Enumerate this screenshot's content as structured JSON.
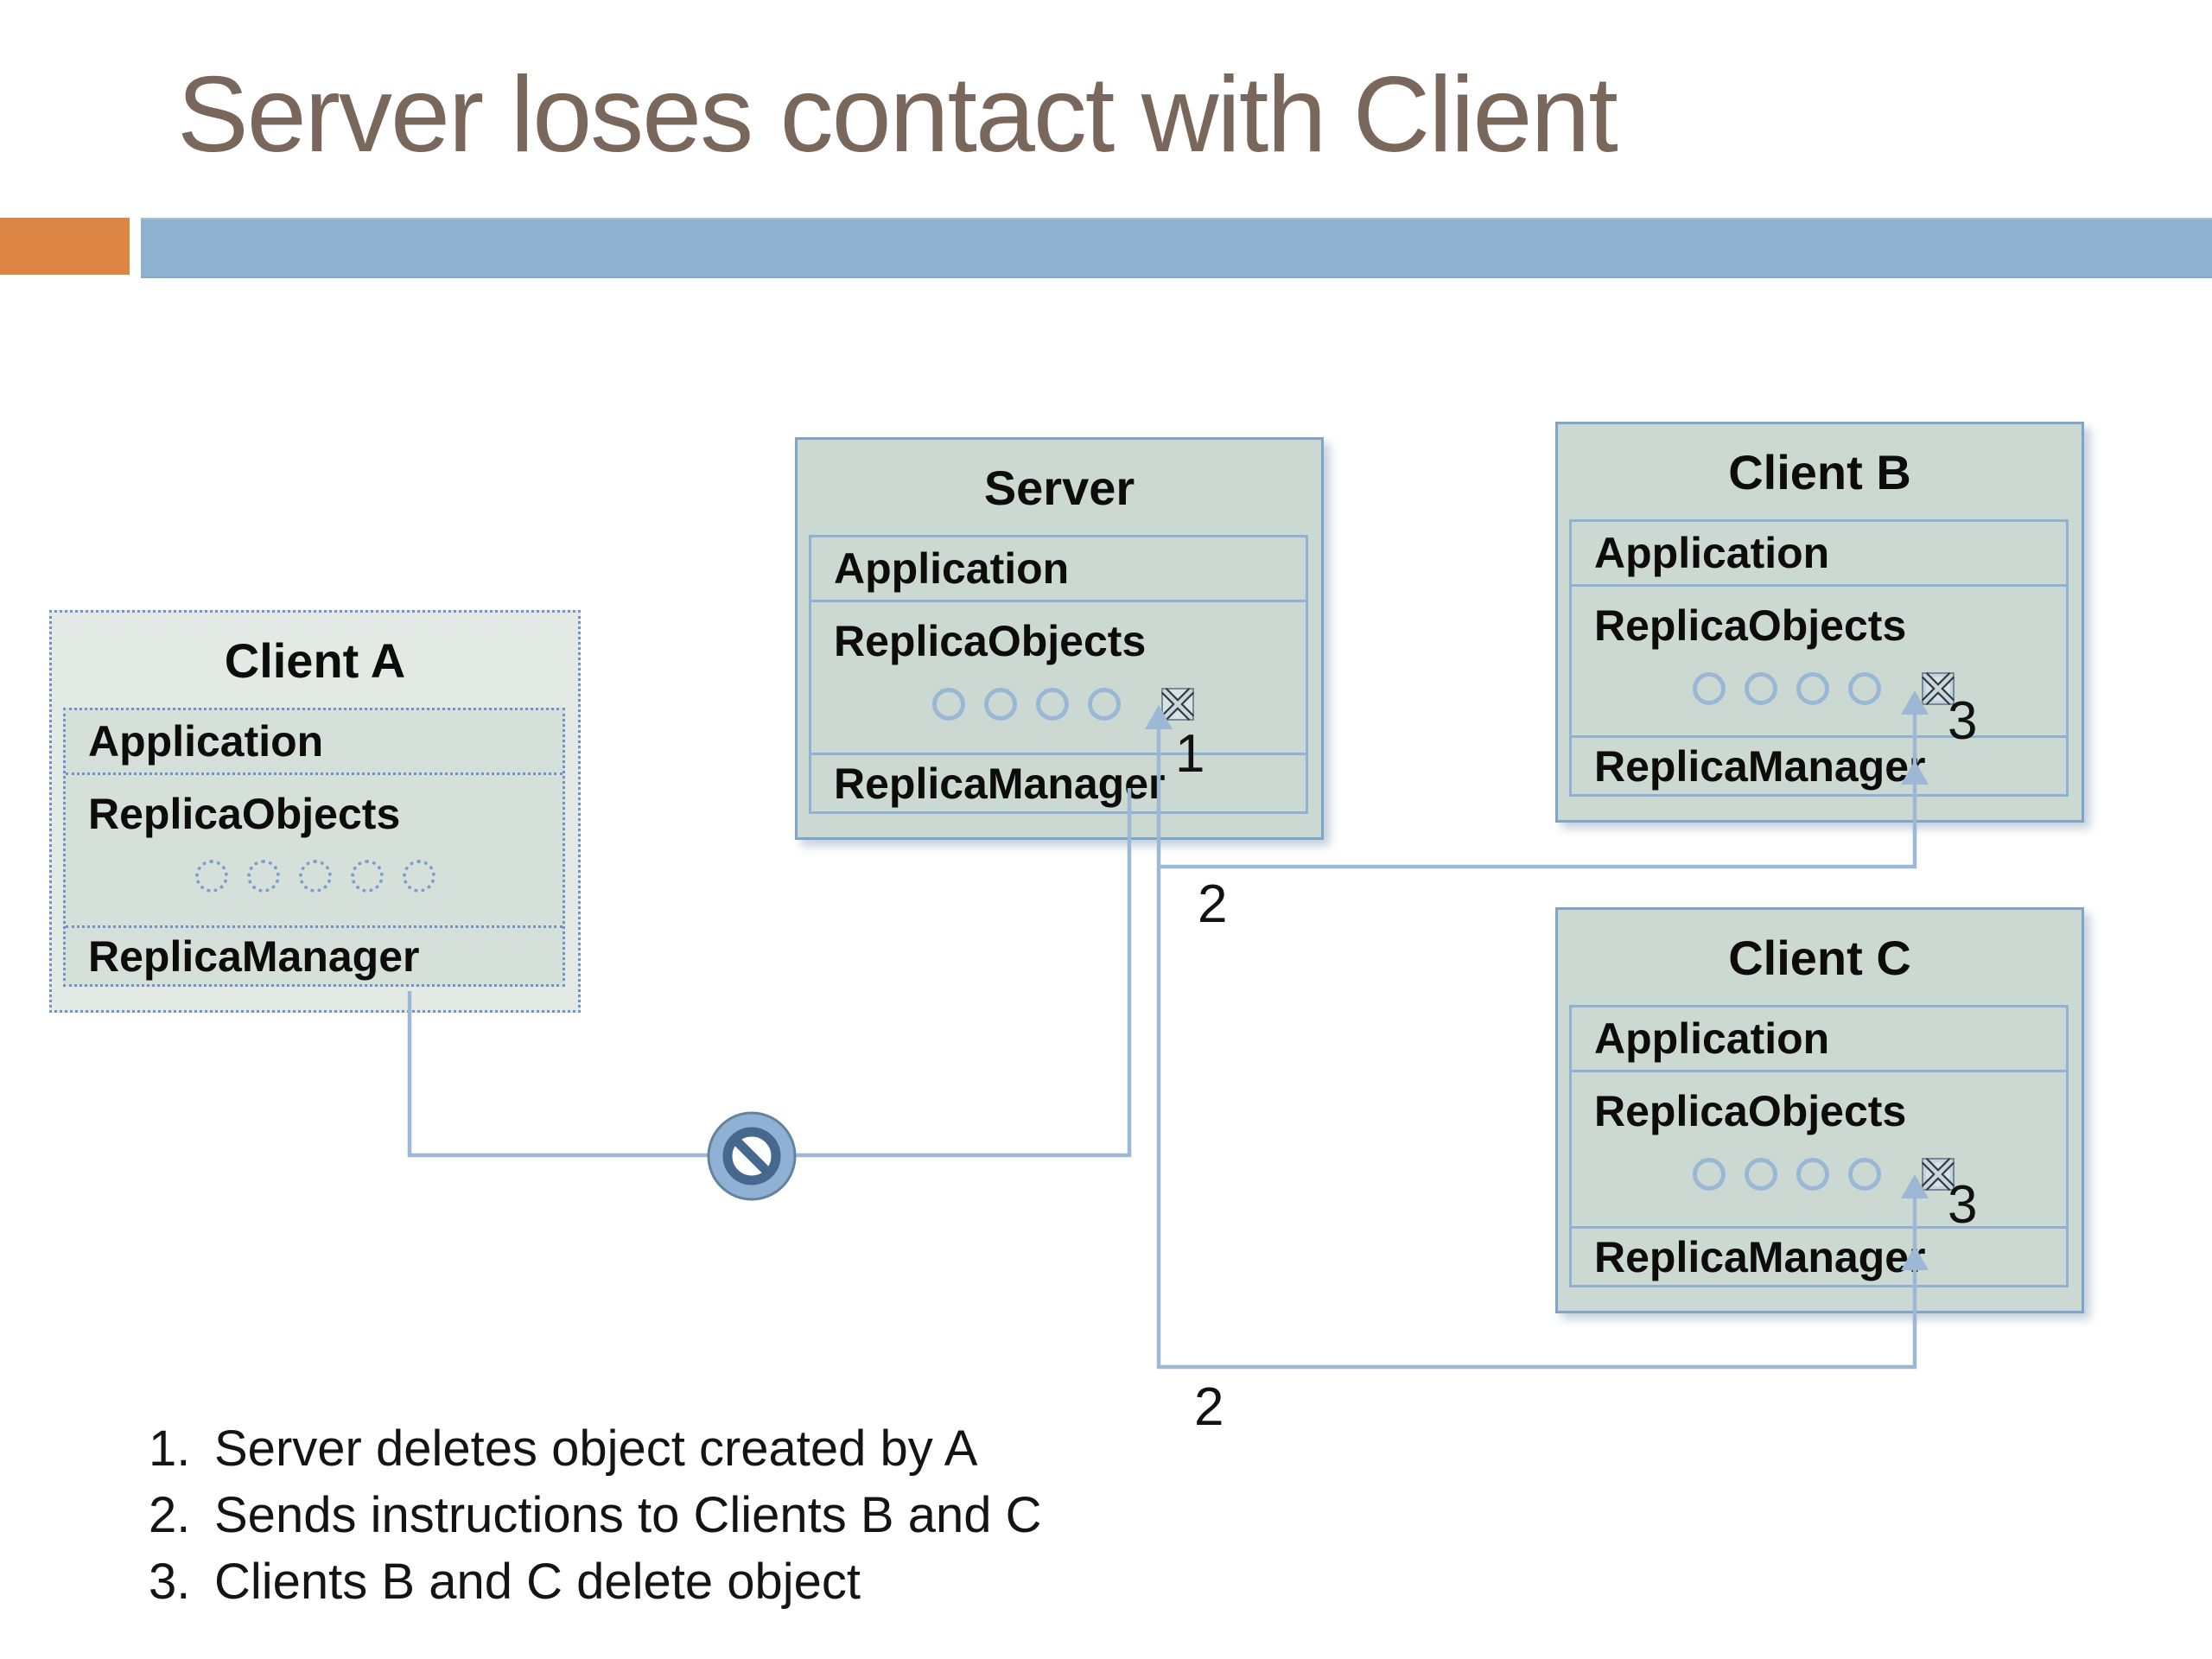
{
  "slide": {
    "title": "Server loses contact with Client"
  },
  "colors": {
    "title_text": "#7a675c",
    "accent_orange": "#dd8545",
    "accent_blue": "#8fb2d3",
    "box_fill": "#ccd9d3",
    "box_fill_faded": "#e3eae6",
    "box_border": "#7fa4c6",
    "inner_border": "#8fb2d0",
    "dotted_border": "#6f92c8",
    "wire_blue": "#9cb8d4",
    "prohibition_dark": "#47688e",
    "body_text": "#141414"
  },
  "diagram": {
    "server": {
      "title": "Server",
      "rows": [
        "Application",
        "ReplicaObjects",
        "ReplicaManager"
      ]
    },
    "client_a": {
      "title": "Client A",
      "rows": [
        "Application",
        "ReplicaObjects",
        "ReplicaManager"
      ]
    },
    "client_b": {
      "title": "Client B",
      "rows": [
        "Application",
        "ReplicaObjects",
        "ReplicaManager"
      ]
    },
    "client_c": {
      "title": "Client C",
      "rows": [
        "Application",
        "ReplicaObjects",
        "ReplicaManager"
      ]
    },
    "annotations": {
      "server_delete": "1",
      "send_to_b": "2",
      "send_to_c": "2",
      "b_delete": "3",
      "c_delete": "3"
    },
    "icons": {
      "replica_object": "replica-object-icon",
      "deleted_object": "deleted-object-x-icon",
      "prohibition": "prohibition-icon",
      "arrow_up": "arrow-up-head"
    }
  },
  "legend": {
    "items": [
      {
        "num": "1.",
        "text": "Server deletes object created by A"
      },
      {
        "num": "2.",
        "text": "Sends instructions to Clients B and C"
      },
      {
        "num": "3.",
        "text": "Clients B and C delete object"
      }
    ]
  }
}
